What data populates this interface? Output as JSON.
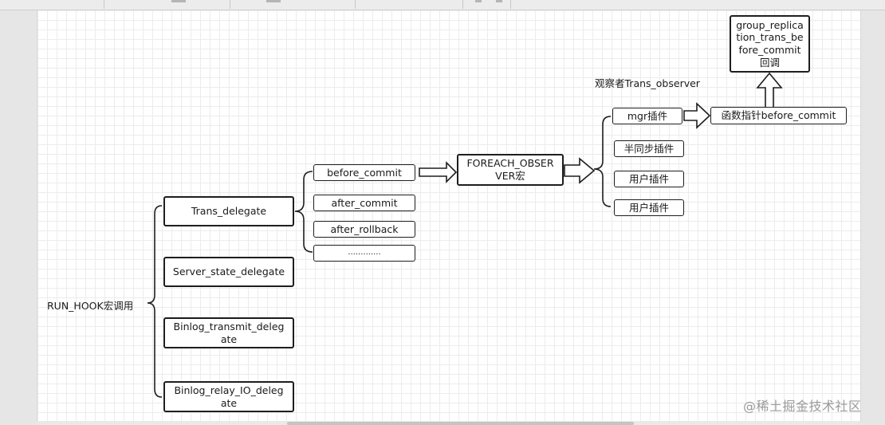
{
  "diagram": {
    "root_label": "RUN_HOOK宏调用",
    "delegates": [
      "Trans_delegate",
      "Server_state_delegate",
      "Binlog_transmit_delegate",
      "Binlog_relay_IO_delegate"
    ],
    "trans_methods": [
      "before_commit",
      "after_commit",
      "after_rollback",
      "............."
    ],
    "foreach_label": "FOREACH_OBSERVER宏",
    "observer_title": "观察者Trans_observer",
    "plugins": [
      "mgr插件",
      "半同步插件",
      "用户插件",
      "用户插件"
    ],
    "function_pointer": "函数指针before_commit",
    "callback": "group_replication_trans_before_commit回调"
  },
  "watermark": "@稀土掘金技术社区"
}
